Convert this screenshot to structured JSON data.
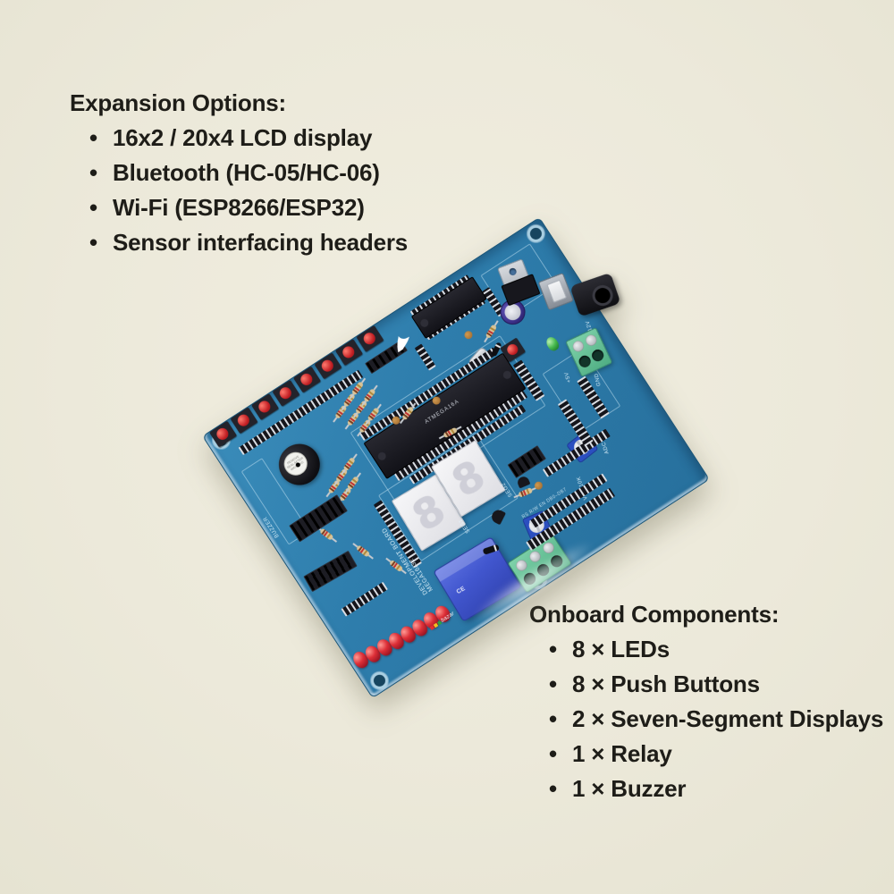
{
  "scene": {
    "description": "Product photo of a blue ATmega16/32 microcontroller development board on a cream background with two feature callout lists",
    "background_color": "#ECE9DA",
    "text_color": "#1E1D18"
  },
  "expansion_options": {
    "title": "Expansion Options:",
    "items": [
      "16x2 / 20x4 LCD display",
      "Bluetooth (HC-05/HC-06)",
      "Wi-Fi (ESP8266/ESP32)",
      "Sensor interfacing headers"
    ]
  },
  "onboard_components": {
    "title": "Onboard Components:",
    "items": [
      "8 × LEDs",
      "8 × Push Buttons",
      "2 × Seven-Segment Displays",
      "1 × Relay",
      "1 × Buzzer"
    ]
  },
  "board": {
    "pcb_color": "#2E7DAC",
    "silkscreen_color": "#D8EEF8",
    "relay_color": "#4156CE",
    "terminal_color": "#5FBE94",
    "led_color": "#D32530",
    "button_cap_color": "#C8252B",
    "mcu_label": "ATMEGA16A",
    "seven_segment_digit": "8",
    "relay_mark": "CE",
    "buzzer_sticker": "REMOVE SEAL AFTER WASHING",
    "logo_text": "bazar",
    "silk": {
      "development_board": "DEVELOPMENT BOARD",
      "model": "MEGA16/32",
      "buzzer": "BUZZER",
      "seg1": "SEG1",
      "seg2": "SEG2",
      "adc": "ADC",
      "vref": "Vref-10K",
      "plus5v": "+5V",
      "gnd": "GND",
      "v12": "12V",
      "lcd_pins": "RS R/W EN DB0–DB7"
    }
  }
}
